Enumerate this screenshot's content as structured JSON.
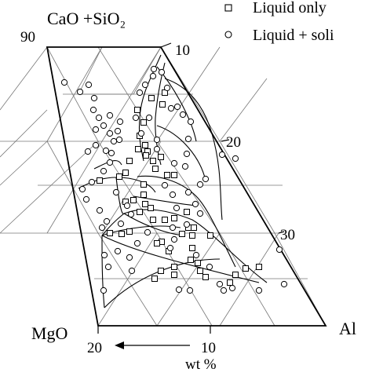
{
  "chart_data": {
    "type": "scatter",
    "subtype": "ternary phase diagram (partial, MgO-rich corner region)",
    "corner_labels": {
      "top": "CaO +SiO₂",
      "bottom_left": "MgO",
      "bottom_right": "Al"
    },
    "axis_labels": {
      "bottom": "wt %"
    },
    "ticks": {
      "left_edge": [
        "90"
      ],
      "right_edge": [
        "10",
        "20",
        "30"
      ],
      "bottom_edge": [
        "20",
        "10"
      ]
    },
    "legend": {
      "placement": "top-right",
      "items": [
        {
          "label": "Liquid only",
          "marker": "square"
        },
        {
          "label": "Liquid + soli",
          "marker": "circle"
        }
      ]
    },
    "grid": true,
    "series": [
      {
        "name": "Liquid only",
        "marker": "square",
        "points": [
          [
            175,
            140
          ],
          [
            193,
            125
          ],
          [
            207,
            133
          ],
          [
            183,
            156
          ],
          [
            178,
            173
          ],
          [
            185,
            185
          ],
          [
            176,
            190
          ],
          [
            188,
            193
          ],
          [
            186,
            198
          ],
          [
            205,
            200
          ],
          [
            198,
            215
          ],
          [
            213,
            223
          ],
          [
            222,
            223
          ],
          [
            195,
            205
          ],
          [
            165,
            205
          ],
          [
            160,
            220
          ],
          [
            152,
            225
          ],
          [
            127,
            230
          ],
          [
            183,
            235
          ],
          [
            170,
            255
          ],
          [
            160,
            257
          ],
          [
            185,
            260
          ],
          [
            192,
            265
          ],
          [
            195,
            280
          ],
          [
            210,
            280
          ],
          [
            222,
            278
          ],
          [
            232,
            298
          ],
          [
            165,
            295
          ],
          [
            155,
            298
          ],
          [
            140,
            297
          ],
          [
            206,
            308
          ],
          [
            200,
            310
          ],
          [
            215,
            320
          ],
          [
            205,
            345
          ],
          [
            197,
            355
          ],
          [
            222,
            350
          ],
          [
            245,
            316
          ],
          [
            243,
            331
          ],
          [
            252,
            335
          ],
          [
            262,
            353
          ],
          [
            293,
            360
          ],
          [
            313,
            342
          ],
          [
            330,
            340
          ],
          [
            238,
            270
          ],
          [
            245,
            300
          ],
          [
            222,
            340
          ],
          [
            268,
            300
          ],
          [
            300,
            350
          ],
          [
            210,
            118
          ],
          [
            240,
            290
          ],
          [
            255,
            345
          ],
          [
            183,
            248
          ],
          [
            178,
            270
          ],
          [
            247,
            290
          ]
        ]
      },
      {
        "name": "Liquid + soli",
        "marker": "circle",
        "points": [
          [
            82,
            105
          ],
          [
            102,
            117
          ],
          [
            113,
            108
          ],
          [
            120,
            125
          ],
          [
            119,
            140
          ],
          [
            126,
            150
          ],
          [
            122,
            165
          ],
          [
            132,
            160
          ],
          [
            140,
            147
          ],
          [
            153,
            155
          ],
          [
            150,
            167
          ],
          [
            152,
            178
          ],
          [
            122,
            185
          ],
          [
            112,
            193
          ],
          [
            135,
            192
          ],
          [
            142,
            195
          ],
          [
            140,
            207
          ],
          [
            132,
            218
          ],
          [
            117,
            232
          ],
          [
            105,
            241
          ],
          [
            110,
            254
          ],
          [
            148,
            245
          ],
          [
            178,
            118
          ],
          [
            185,
            108
          ],
          [
            196,
            88
          ],
          [
            195,
            97
          ],
          [
            206,
            92
          ],
          [
            213,
            112
          ],
          [
            218,
            138
          ],
          [
            226,
            136
          ],
          [
            233,
            146
          ],
          [
            243,
            155
          ],
          [
            240,
            177
          ],
          [
            238,
            196
          ],
          [
            222,
            208
          ],
          [
            236,
            212
          ],
          [
            210,
            236
          ],
          [
            220,
            248
          ],
          [
            240,
            245
          ],
          [
            249,
            260
          ],
          [
            255,
            272
          ],
          [
            283,
            197
          ],
          [
            300,
            202
          ],
          [
            127,
            268
          ],
          [
            130,
            290
          ],
          [
            136,
            282
          ],
          [
            154,
            285
          ],
          [
            133,
            325
          ],
          [
            138,
            340
          ],
          [
            165,
            328
          ],
          [
            168,
            345
          ],
          [
            175,
            310
          ],
          [
            188,
            296
          ],
          [
            167,
            273
          ],
          [
            162,
            262
          ],
          [
            222,
            305
          ],
          [
            217,
            316
          ],
          [
            238,
            286
          ],
          [
            250,
            325
          ],
          [
            267,
            340
          ],
          [
            280,
            362
          ],
          [
            296,
            367
          ],
          [
            242,
            370
          ],
          [
            228,
            369
          ],
          [
            356,
            318
          ],
          [
            362,
            362
          ],
          [
            330,
            370
          ],
          [
            132,
            370
          ],
          [
            173,
            150
          ],
          [
            190,
            150
          ],
          [
            180,
            170
          ],
          [
            200,
            178
          ],
          [
            200,
            190
          ],
          [
            140,
            170
          ],
          [
            145,
            180
          ],
          [
            255,
            235
          ],
          [
            262,
            228
          ],
          [
            225,
            265
          ],
          [
            150,
            320
          ],
          [
            220,
            290
          ],
          [
            285,
            370
          ]
        ]
      }
    ],
    "boundary_curves": [
      "M205,70 C192,100 180,120 178,150 C176,175 180,190 183,205",
      "M210,80 C205,100 200,125 198,150 C197,170 200,190 205,210",
      "M100,240 C115,232 130,226 148,226 C170,226 190,232 198,245",
      "M148,226 C152,260 155,275 158,272",
      "M158,272 C148,280 138,290 130,300",
      "M158,272 C180,285 210,298 235,300",
      "M158,272 C185,262 215,268 245,280 C270,295 300,330 340,360",
      "M130,300 C130,330 130,360 133,392",
      "M130,300 C170,320 230,335 330,360",
      "M133,392 C180,345 240,330 280,330",
      "M210,100 C240,110 260,135 270,170 C283,215 280,250 283,280",
      "M200,160 C230,170 255,200 262,230",
      "M200,85 C225,115 245,155 250,180",
      "M130,300 C160,290 200,285 230,290",
      "M170,250 C200,255 230,260 250,262",
      "M120,215 C140,205 150,200 155,210",
      "M175,225 C200,222 230,230 250,250 C265,265 280,300 300,340"
    ]
  }
}
